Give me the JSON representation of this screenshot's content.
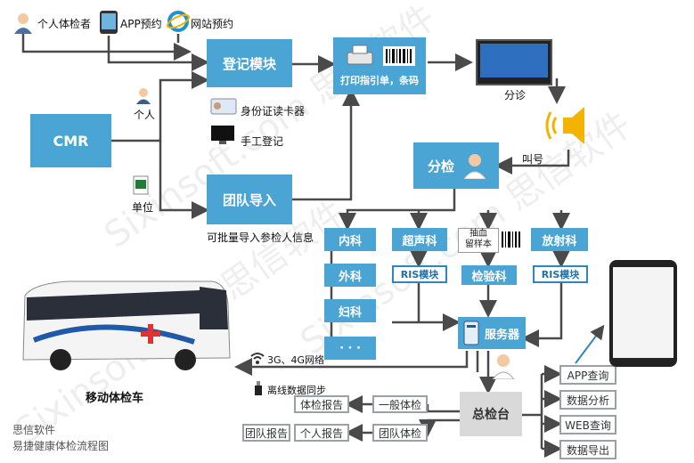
{
  "top": {
    "person_label": "个人体检者",
    "app_label": "APP预约",
    "web_label": "网站预约"
  },
  "nodes": {
    "cmr": "CMR",
    "register": "登记模块",
    "team_import": "团队导入",
    "print": "打印指引单，条码",
    "triage": "分诊",
    "call": "叫号",
    "subcheck": "分检",
    "id_reader": "身份证读卡器",
    "manual": "手工登记",
    "personal": "个人",
    "unit": "单位",
    "batch_note": "可批量导入参检人信息",
    "depts": [
      "内科",
      "超声科",
      "放射科",
      "外科",
      "妇科",
      "· · ·"
    ],
    "blood": [
      "抽血",
      "留样本"
    ],
    "ris1": "RIS模块",
    "ris2": "RIS模块",
    "lab": "检验科",
    "server": "服务器",
    "network": "3G、4G网络",
    "offline": "离线数据同步",
    "bus_label": "移动体检车",
    "final": "总检台",
    "general": "一般体检",
    "report": "体检报告",
    "team_check": "团队体检",
    "team_report": "团队报告",
    "personal_report": "个人报告",
    "outputs": [
      "APP查询",
      "数据分析",
      "WEB查询",
      "数据导出"
    ]
  },
  "footer": {
    "company": "思信软件",
    "subtitle": "易捷健康体检流程图"
  },
  "watermark": "Sixinsoft.com 思信软件",
  "colors": {
    "blue": "#4aa4d4",
    "gray": "#d9d9d9",
    "line": "#4a4a4a",
    "accent": "#2e86c1"
  }
}
